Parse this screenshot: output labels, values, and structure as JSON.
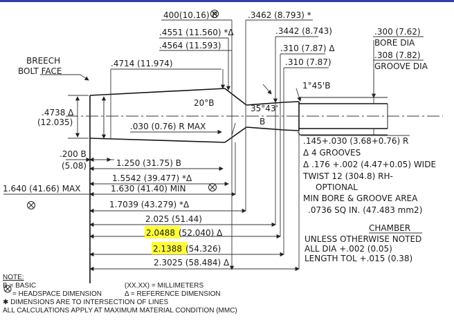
{
  "top_dims": {
    "d400": "400(10.16) B",
    "d3462": ".3462 (8.793) *",
    "d4551": ".4551 (11.560) *Δ",
    "d3442": ".3442 (8.743)",
    "d4564": ".4564 (11.593)",
    "d310a": ".310 (7.87) Δ",
    "d4714": ".4714 (11.974)",
    "d310b": ".310 (7.87)"
  },
  "right_labels": {
    "bore_val": ".300 (7.62)",
    "bore_txt": "BORE DIA",
    "groove_val": ".308 (7.82)",
    "groove_txt": "GROOVE DIA"
  },
  "breech": {
    "line1": "BREECH",
    "line2": "BOLT FACE"
  },
  "left_dim": {
    "v1": ".4738 Δ",
    "v2": "(12.035)"
  },
  "angles": {
    "a20": "20°B",
    "a35": "35°43'",
    "b": "B",
    "a1": "1°45'B"
  },
  "radius": ".030 (0.76) R MAX",
  "rifling": [
    ".145+.030 (3.68+0.76) R",
    "Δ 4 GROOVES",
    "Δ .176 +.002 (4.47+0.05) WIDE",
    "TWIST 12 (304.8) RH-",
    "OPTIONAL",
    "MIN BORE & GROOVE AREA",
    ".0736 SQ IN. (47.483 mm2)"
  ],
  "chamber": {
    "title": "CHAMBER",
    "l1": "UNLESS OTHERWISE NOTED",
    "l2": "ALL DIA +.002 (0.05)",
    "l3": "LENGTH TOL +.015 (0.38)"
  },
  "bottom_dims": {
    "d200": ".200 B",
    "d508": "(5.08)",
    "d1250": "1.250 (31.75) B",
    "d15542": "1.5542 (39.477) *Δ",
    "d1640": "1.640 (41.66) MAX",
    "d1630": "1.630 (41.40) MIN",
    "d17039": "1.7039 (43.279) *Δ",
    "d2025": "2.025 (51.44)",
    "d20488_a": "2.0488",
    "d20488_b": " (52.040) Δ",
    "d21388_a": "2.1388",
    "d21388_b": " (54.326)",
    "d23025": "2.3025 (58.484) Δ"
  },
  "notes": {
    "title": "NOTE:",
    "basic": "B = BASIC",
    "mm": "(XX.XX) = MILLIMETERS",
    "headspace": "= HEADSPACE DIMENSION",
    "ref": "Δ = REFERENCE DIMENSION",
    "inter": "✱ DIMENSIONS ARE TO INTERSECTION OF LINES",
    "mmc": "ALL CALCULATIONS APPLY AT MAXIMUM MATERIAL CONDITION (MMC)"
  }
}
